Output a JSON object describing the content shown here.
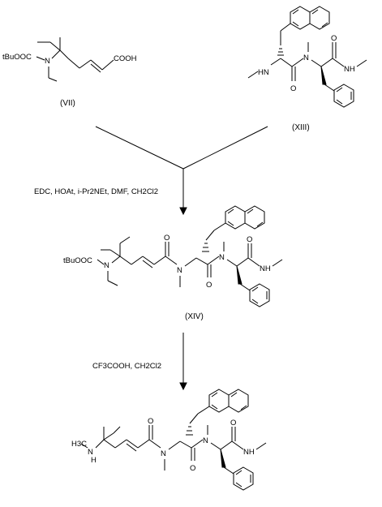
{
  "compound_labels": {
    "vii": "(VII)",
    "xiii": "(XIII)",
    "xiv": "(XIV)"
  },
  "conditions": {
    "step1": "EDC, HOAt, i-Pr2NEt, DMF, CH2Cl2",
    "step2": "CF3COOH, CH2Cl2"
  },
  "atoms": {
    "tBuOOC": "tBuOOC",
    "N": "N",
    "COOH": "COOH",
    "NH": "NH",
    "H": "H",
    "HN": "HN",
    "O": "O",
    "H3C": "H3C"
  }
}
